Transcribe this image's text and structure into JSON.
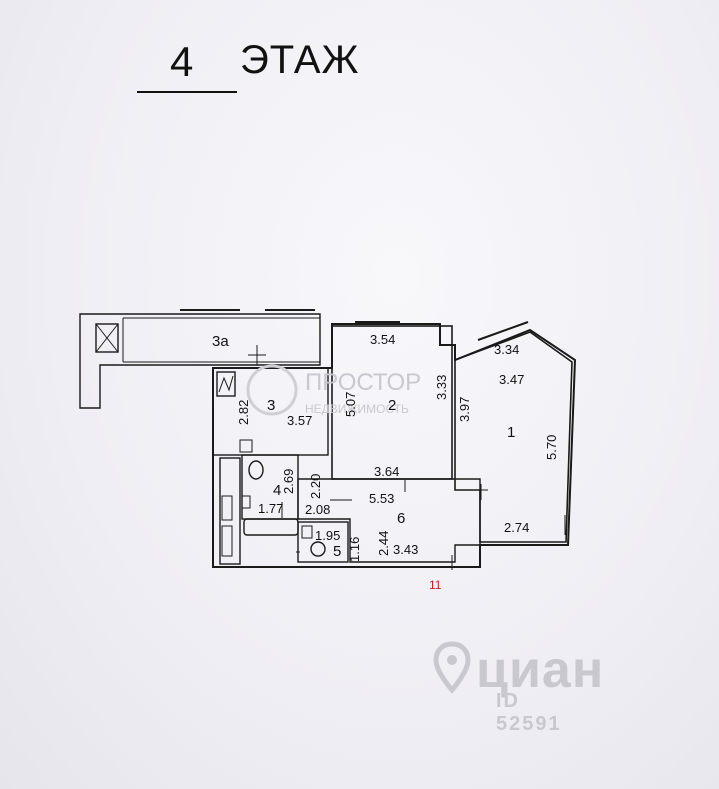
{
  "header": {
    "floor_number": "4",
    "floor_word": "ЭТАЖ"
  },
  "plan": {
    "rooms": [
      {
        "id": "room-3a",
        "label": "3a"
      },
      {
        "id": "room-3",
        "label": "3"
      },
      {
        "id": "room-2",
        "label": "2"
      },
      {
        "id": "room-1",
        "label": "1"
      },
      {
        "id": "room-4",
        "label": "4"
      },
      {
        "id": "room-5",
        "label": "5"
      },
      {
        "id": "room-6",
        "label": "6"
      }
    ],
    "dimensions": {
      "d354": "3.54",
      "d507": "5.07",
      "d333": "3.33",
      "d364": "3.64",
      "d334": "3.34",
      "d347": "3.47",
      "d397": "3.97",
      "d570": "5.70",
      "d274": "2.74",
      "d282": "2.82",
      "d357": "3.57",
      "d269": "2.69",
      "d220": "2.20",
      "d177": "1.77",
      "d553": "5.53",
      "d208": "2.08",
      "d244": "2.44",
      "d343": "3.43",
      "d195": "1.95",
      "d116": "1.16"
    },
    "marker": "11",
    "watermark_center": {
      "brand": "ПРОСТОР",
      "tagline": "НЕДВИЖИМОСТЬ"
    }
  },
  "watermark": {
    "brand": "циан",
    "id": "ID 52591"
  }
}
